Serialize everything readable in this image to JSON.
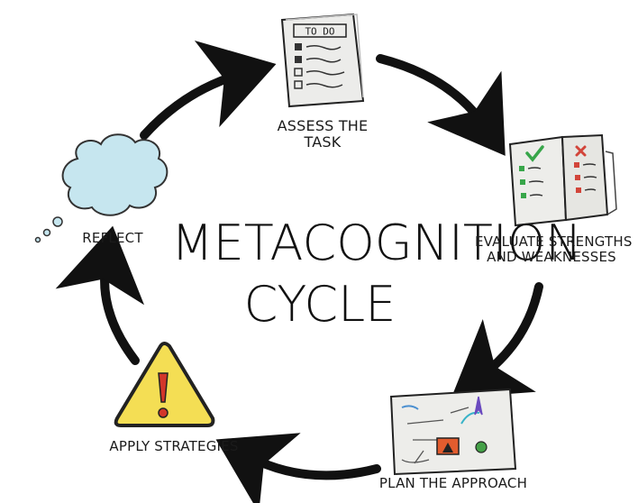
{
  "diagram": {
    "title_line1": "METACOGNITION",
    "title_line2": "CYCLE",
    "stages": {
      "assess": {
        "label_line1": "ASSESS THE",
        "label_line2": "TASK",
        "icon": "todo-checklist-icon",
        "icon_text": "TO DO"
      },
      "evaluate": {
        "label_line1": "EVALUATE STRENGTHS",
        "label_line2": "AND WEAKNESSES",
        "icon": "strengths-weaknesses-book-icon"
      },
      "plan": {
        "label": "PLAN THE APPROACH",
        "icon": "plan-map-icon"
      },
      "apply": {
        "label": "APPLY STRATEGIES",
        "icon": "warning-sign-icon"
      },
      "reflect": {
        "label": "REFLECT",
        "icon": "thought-cloud-icon"
      }
    },
    "colors": {
      "arrow": "#111111",
      "cloud": "#c6e6ef",
      "warning": "#f4de54",
      "warning_mark": "#d2362a",
      "check_green": "#38a64a",
      "cross_red": "#d2453a",
      "paper": "#eeeeea"
    }
  }
}
